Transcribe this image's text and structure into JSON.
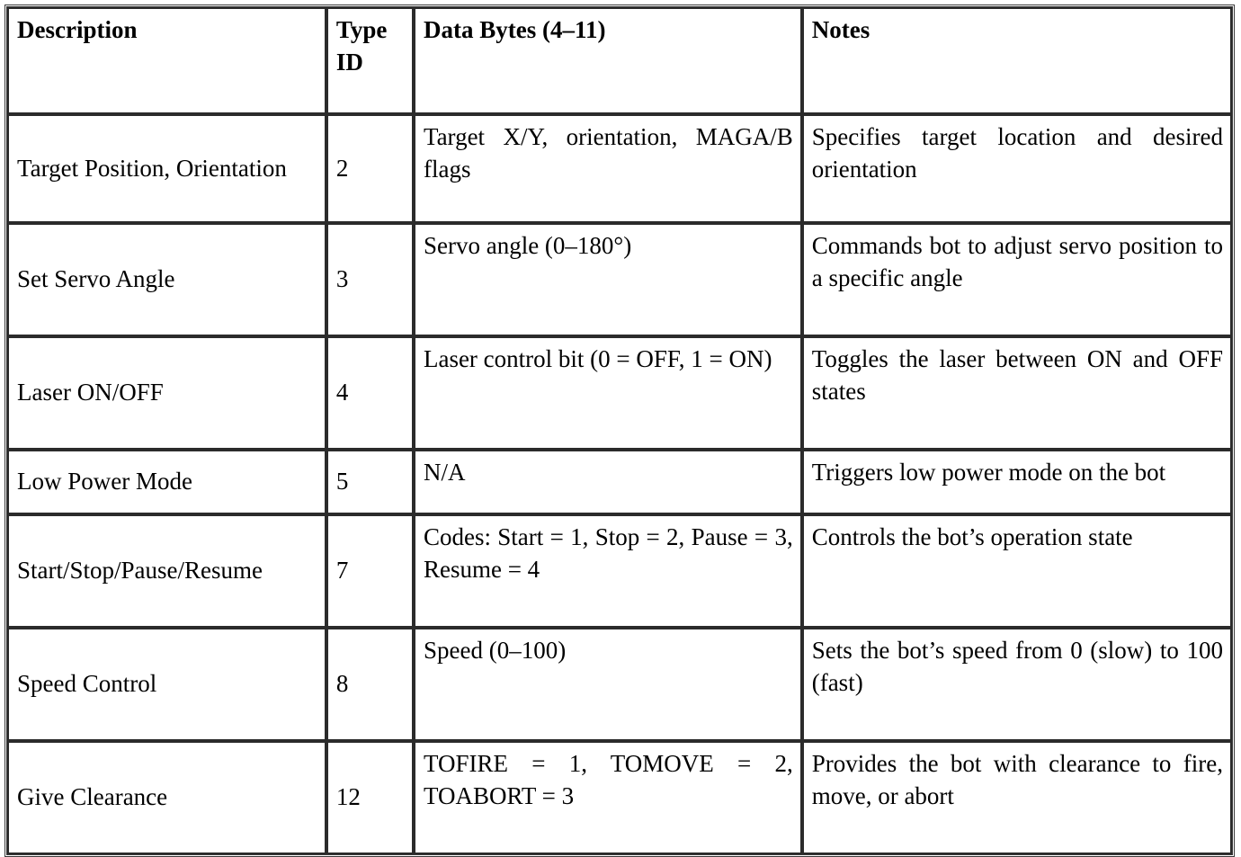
{
  "table": {
    "name": "bot-command-message-types",
    "columns": [
      {
        "key": "description",
        "label": "Description"
      },
      {
        "key": "type_id",
        "label": "Type ID"
      },
      {
        "key": "data_bytes",
        "label": "Data Bytes (4–11)"
      },
      {
        "key": "notes",
        "label": "Notes"
      }
    ],
    "rows": [
      {
        "description": "Target Position, Orientation",
        "type_id": "2",
        "data_bytes": "Target X/Y, orientation, MAGA/B flags",
        "notes": "Specifies target location and desired orientation"
      },
      {
        "description": "Set Servo Angle",
        "type_id": "3",
        "data_bytes": "Servo angle (0–180°)",
        "notes": "Commands bot to adjust servo position to a specific angle"
      },
      {
        "description": "Laser ON/OFF",
        "type_id": "4",
        "data_bytes": "Laser control bit (0 = OFF, 1 = ON)",
        "notes": "Toggles the laser between ON and OFF states"
      },
      {
        "description": "Low Power Mode",
        "type_id": "5",
        "data_bytes": "N/A",
        "notes": "Triggers low power mode on the bot"
      },
      {
        "description": "Start/Stop/Pause/Resume",
        "type_id": "7",
        "data_bytes": "Codes: Start = 1, Stop = 2, Pause = 3, Resume = 4",
        "notes": "Controls the bot’s operation state"
      },
      {
        "description": "Speed Control",
        "type_id": "8",
        "data_bytes": "Speed (0–100)",
        "notes": "Sets the bot’s speed from 0 (slow) to 100 (fast)"
      },
      {
        "description": "Give Clearance",
        "type_id": "12",
        "data_bytes": "TOFIRE = 1, TOMOVE = 2, TOABORT = 3",
        "notes": "Provides the bot with clearance to fire, move, or abort"
      }
    ]
  },
  "style": {
    "page_background": "#ffffff",
    "text_color": "#000000",
    "border_color": "#2b2b2b",
    "outer_border_color": "#3a3a3a"
  }
}
